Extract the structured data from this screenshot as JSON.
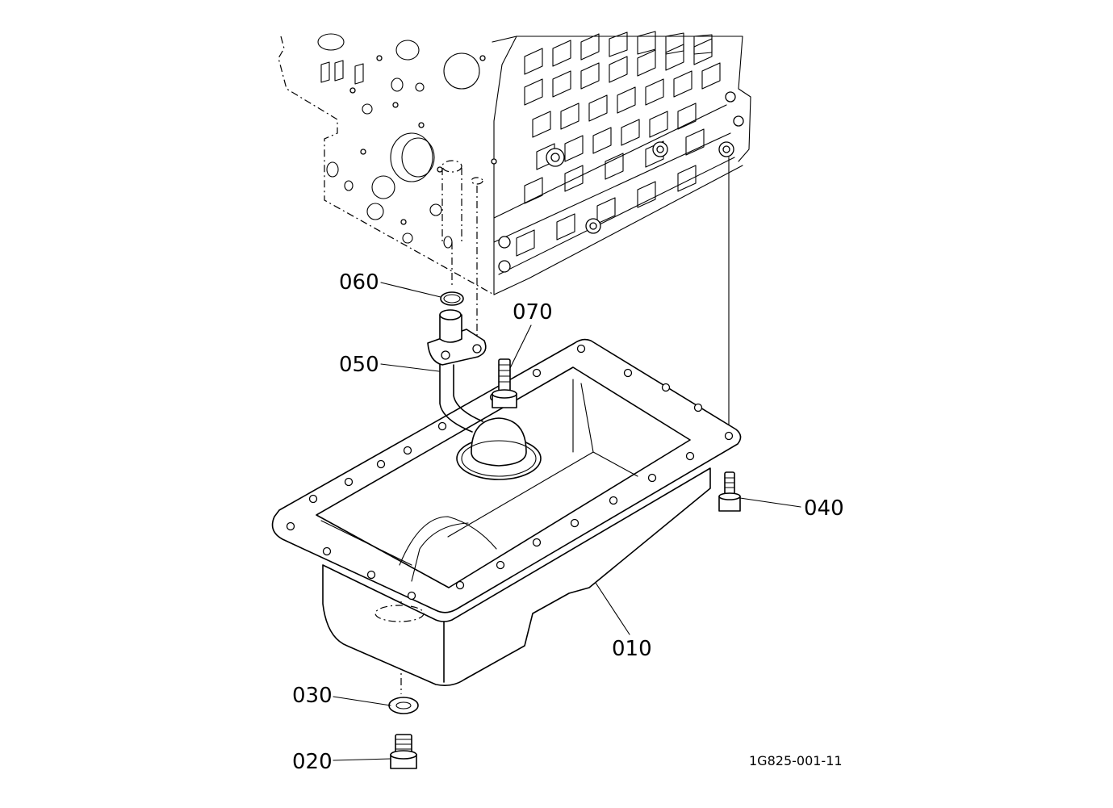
{
  "callouts": [
    {
      "id": "p010",
      "label": "010"
    },
    {
      "id": "p020",
      "label": "020"
    },
    {
      "id": "p030",
      "label": "030"
    },
    {
      "id": "p040",
      "label": "040"
    },
    {
      "id": "p050",
      "label": "050"
    },
    {
      "id": "p060",
      "label": "060"
    },
    {
      "id": "p070",
      "label": "070"
    }
  ],
  "drawing_code": "1G825-001-11"
}
